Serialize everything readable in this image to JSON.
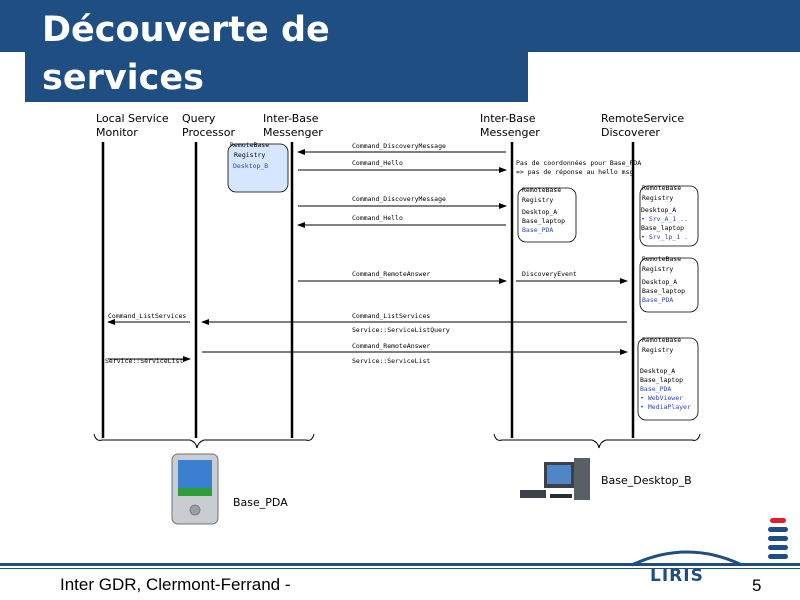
{
  "slide": {
    "title_line1": "Découverte de",
    "title_line2": "services",
    "footer": "Inter GDR, Clermont-Ferrand -",
    "page_number": "5",
    "logo_text": "LIRIS"
  },
  "colors": {
    "band": "#1f4e82",
    "registry": "#d7e6ff",
    "accent_red": "#e0202a"
  },
  "diagram": {
    "headers": [
      {
        "line1": "Local Service",
        "line2": "Monitor"
      },
      {
        "line1": "Query",
        "line2": "Processor"
      },
      {
        "line1": "Inter-Base",
        "line2": "Messenger"
      },
      {
        "line1": "Inter-Base",
        "line2": "Messenger"
      },
      {
        "line1": "RemoteService",
        "line2": "Discoverer"
      }
    ],
    "messages": {
      "m1": "Command_DiscoveryMessage",
      "m2": "Command_Hello",
      "m3": "Command_DiscoveryMessage",
      "m4": "Command_Hello",
      "m5": "Command_RemoteAnswer",
      "m6": "DiscoveryEvent",
      "m7": "Command_ListServices",
      "m8": "Command_ListServices",
      "m9": "Service::ServiceListQuery",
      "m10": "Command_RemoteAnswer",
      "m11": "Service::ServiceList",
      "m12": "Service::ServiceList"
    },
    "note_line1": "Pas de coordonnées pour Base_PDA",
    "note_line2": "=> pas de réponse au hello msg",
    "registries": {
      "r0": {
        "title1": "RemoteBase",
        "title2": "Registry",
        "items": [
          "Desktop_B"
        ]
      },
      "r1": {
        "title1": "RemoteBase",
        "title2": "Registry",
        "items": [
          "Desktop_A",
          "Base_laptop",
          "Base_PDA"
        ]
      },
      "r2": {
        "title1": "RemoteBase",
        "title2": "Registry",
        "items": [
          "Desktop_A",
          "• Srv_A_1 ..",
          "Base_laptop",
          "• Srv_lp_1 ."
        ]
      },
      "r3": {
        "title1": "RemoteBase",
        "title2": "Registry",
        "items": [
          "Desktop_A",
          "Base_laptop",
          "Base_PDA"
        ]
      },
      "r4": {
        "title1": "RemoteBase",
        "title2": "Registry",
        "items": [
          "Desktop_A",
          "Base_laptop",
          "Base_PDA",
          "• WebViewer",
          "• MediaPlayer"
        ]
      }
    },
    "device_left": "Base_PDA",
    "device_right": "Base_Desktop_B"
  }
}
